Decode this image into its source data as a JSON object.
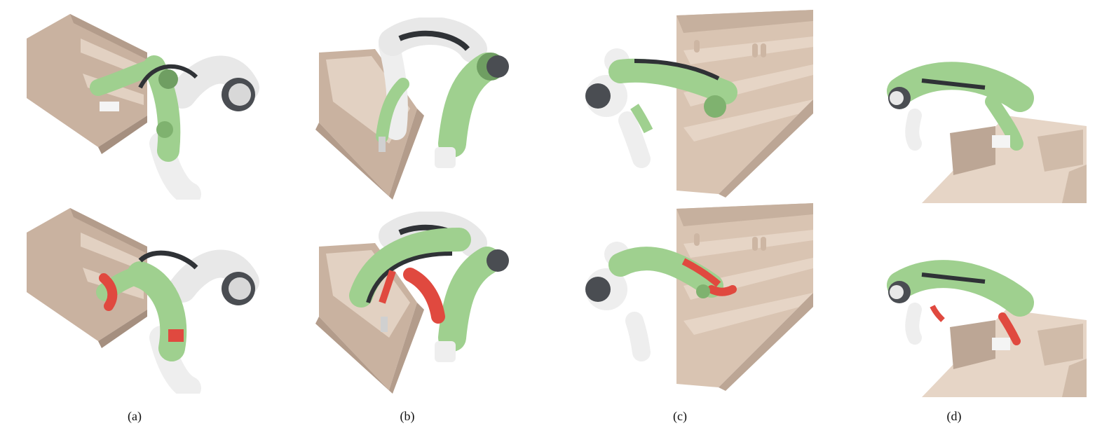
{
  "figure": {
    "captions": [
      "(a)",
      "(b)",
      "(c)",
      "(d)"
    ],
    "colors": {
      "shelf": "#d9c4b2",
      "shelf_dark": "#bca695",
      "shelf_light": "#eadbcd",
      "robot_white": "#eeeeee",
      "robot_dark": "#4a4d52",
      "robot_green": "#9fd08f",
      "robot_green_dark": "#6f9e62",
      "collision_red": "#e0493f"
    }
  }
}
